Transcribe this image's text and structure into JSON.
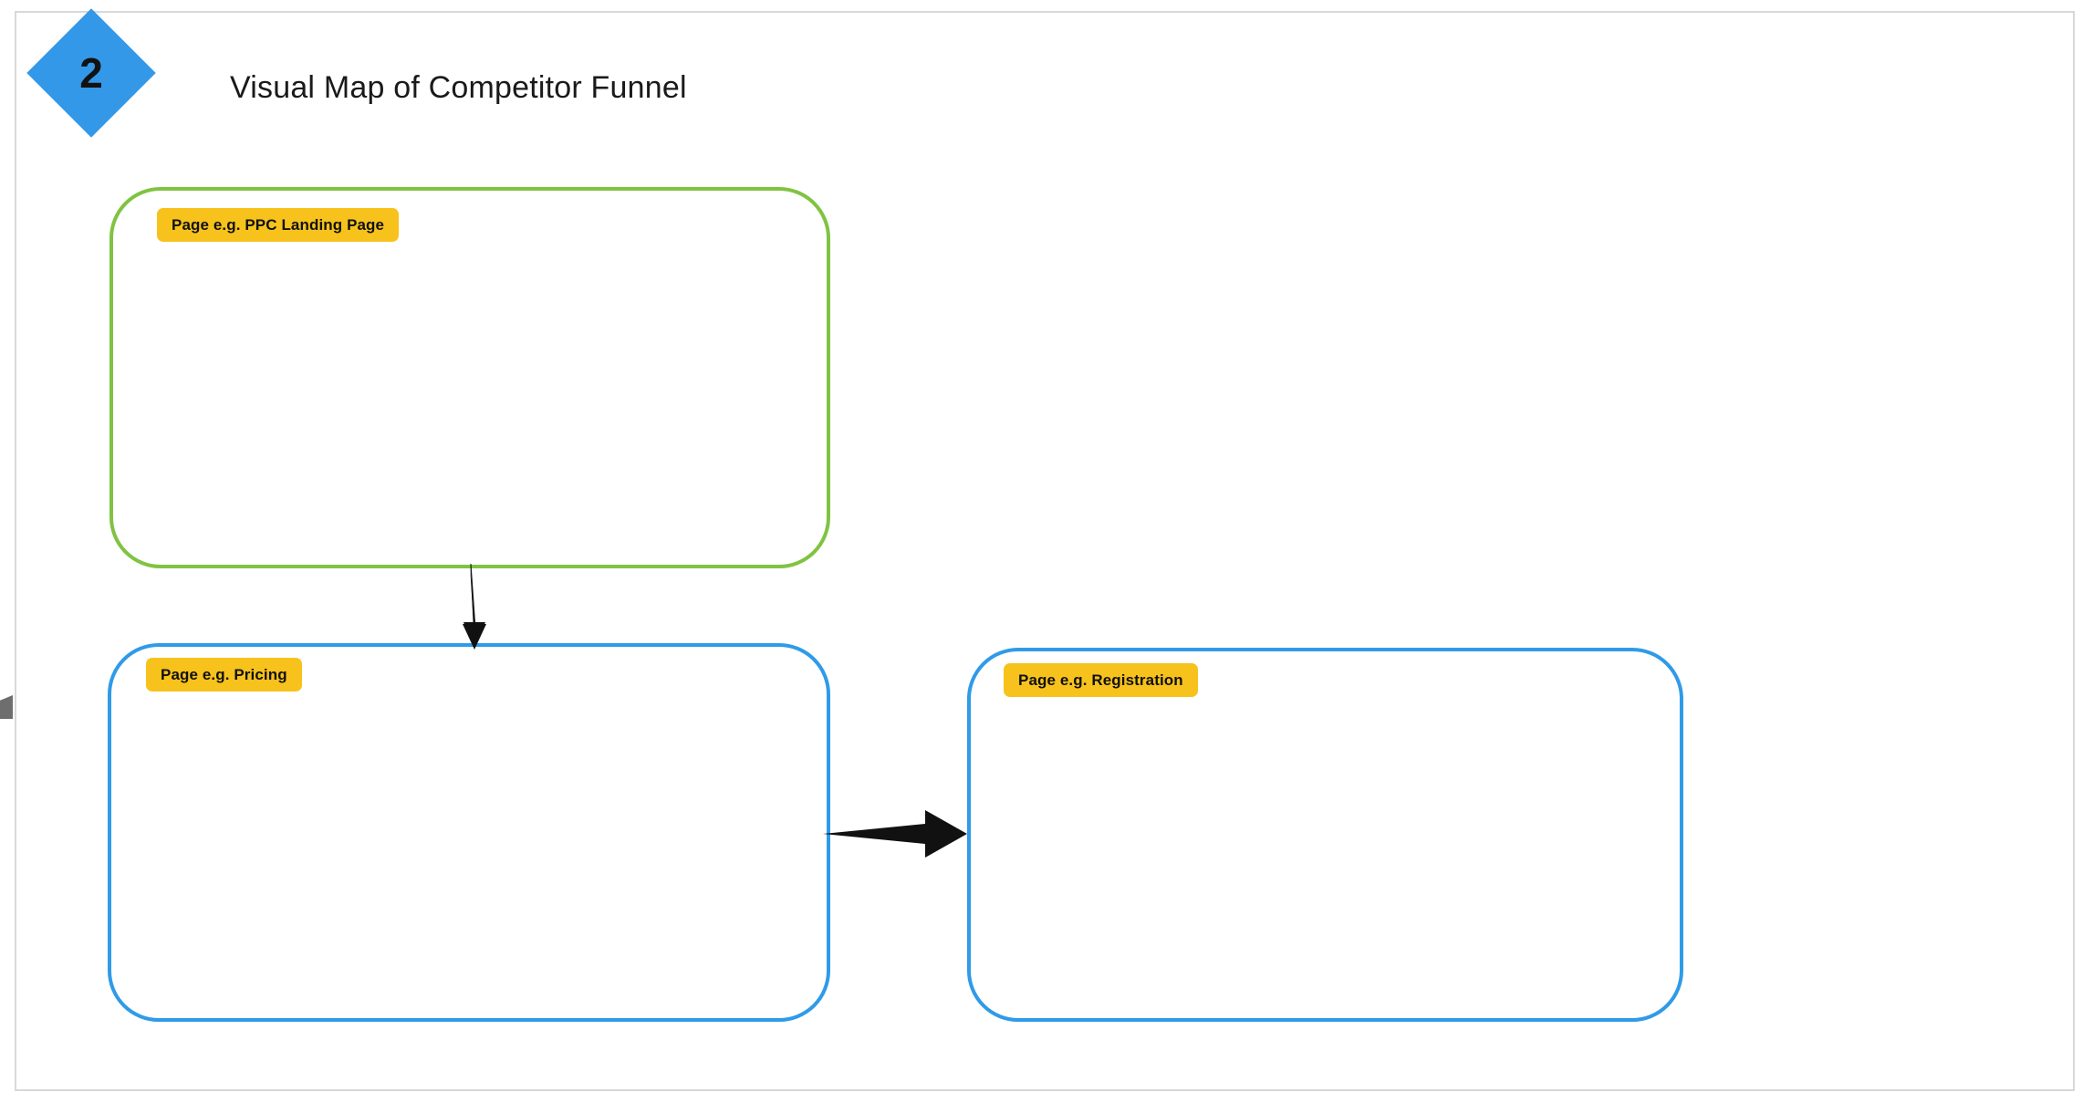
{
  "slide": {
    "step_number": "2",
    "title": "Visual Map of Competitor Funnel",
    "accent_blue": "#2f9be8",
    "accent_green": "#80c342",
    "badge_yellow": "#f7c21c",
    "diamond_blue": "#3498e8"
  },
  "stages": [
    {
      "id": "ppc-landing-page",
      "label": "Page e.g. PPC Landing Page",
      "border_color": "#80c342"
    },
    {
      "id": "pricing",
      "label": "Page e.g. Pricing",
      "border_color": "#2f9be8"
    },
    {
      "id": "registration",
      "label": "Page e.g. Registration",
      "border_color": "#2f9be8"
    }
  ],
  "connectors": [
    {
      "id": "ppc-to-pricing",
      "direction": "down"
    },
    {
      "id": "pricing-to-registration",
      "direction": "right"
    }
  ],
  "chrome": {
    "collapse_handle": "collapse-panel-handle"
  }
}
